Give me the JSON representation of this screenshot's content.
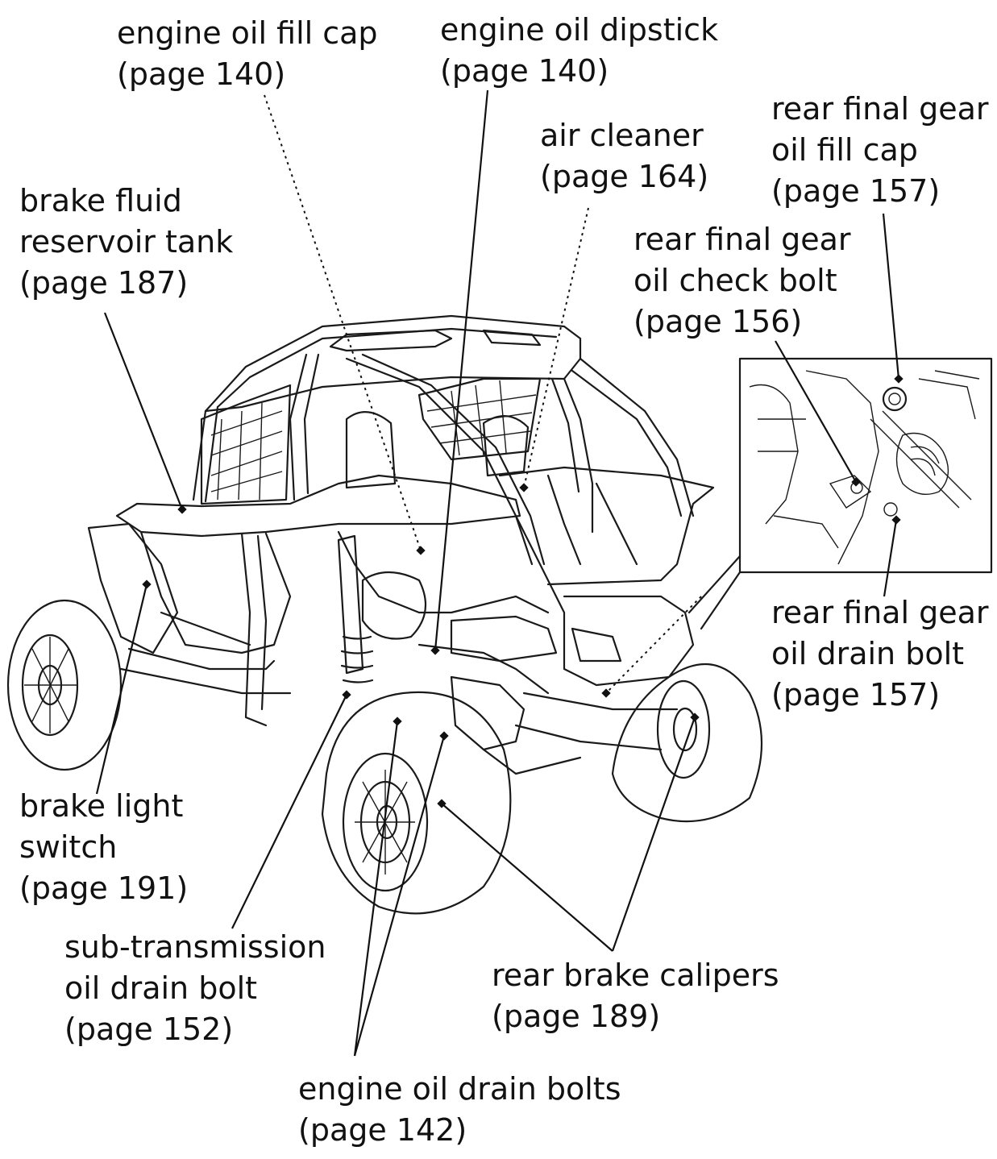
{
  "labels": {
    "engine_oil_fill_cap": [
      "engine oil fill cap",
      "(page 140)"
    ],
    "engine_oil_dipstick": [
      "engine oil dipstick",
      "(page 140)"
    ],
    "air_cleaner": [
      "air cleaner",
      "(page 164)"
    ],
    "rear_final_gear_oil_fill_cap": [
      "rear final gear",
      "oil fill cap",
      "(page 157)"
    ],
    "brake_fluid_reservoir_tank": [
      "brake fluid",
      "reservoir tank",
      "(page 187)"
    ],
    "rear_final_gear_oil_check_bolt": [
      "rear final gear",
      "oil check bolt",
      "(page 156)"
    ],
    "rear_final_gear_oil_drain_bolt": [
      "rear final gear",
      "oil drain bolt",
      "(page 157)"
    ],
    "brake_light_switch": [
      "brake light",
      "switch",
      "(page 191)"
    ],
    "sub_transmission_oil_drain_bolt": [
      "sub-transmission",
      "oil drain bolt",
      "(page 152)"
    ],
    "rear_brake_calipers": [
      "rear brake calipers",
      "(page 189)"
    ],
    "engine_oil_drain_bolts": [
      "engine oil drain bolts",
      "(page 142)"
    ]
  }
}
